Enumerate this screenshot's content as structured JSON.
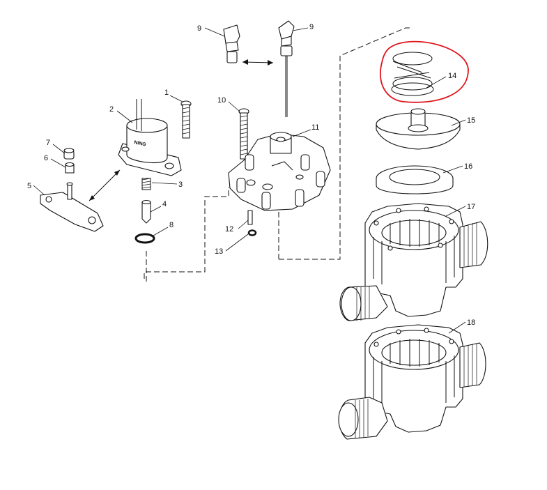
{
  "callouts": {
    "c1": "1",
    "c2": "2",
    "c3": "3",
    "c4": "4",
    "c5": "5",
    "c6": "6",
    "c7": "7",
    "c8": "8",
    "c9a": "9",
    "c9b": "9",
    "c10": "10",
    "c11": "11",
    "c12": "12",
    "c13": "13",
    "c14": "14",
    "c15": "15",
    "c16": "16",
    "c17": "17",
    "c18": "18"
  },
  "warning_stamp": "NING",
  "highlight": {
    "color": "#e0151b",
    "part": "14"
  }
}
